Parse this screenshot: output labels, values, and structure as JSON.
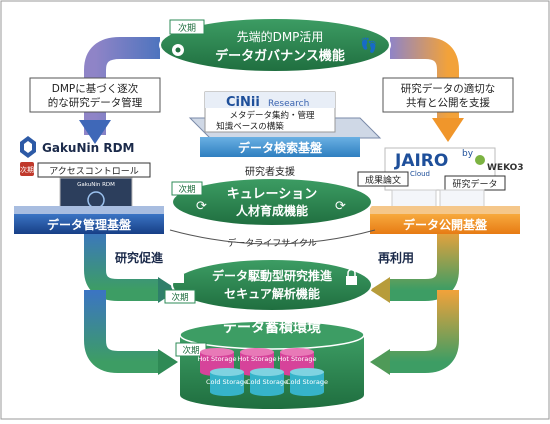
{
  "top_ellipse": {
    "tag": "次期",
    "line1": "先端的DMP活用",
    "line2": "データガバナンス機能"
  },
  "left_note": {
    "line1": "DMPに基づく逐次",
    "line2": "的な研究データ管理"
  },
  "right_note": {
    "line1": "研究データの適切な",
    "line2": "共有と公開を支援"
  },
  "cinii": {
    "logo": "CiNii",
    "logo_sub": "Research",
    "desc1": "メタデータ集約・管理",
    "desc2": "知識ベースの構築"
  },
  "search_platform": "データ検索基盤",
  "gakunin": {
    "logo": "GakuNin RDM",
    "access_control": "アクセスコントロール",
    "screen_title": "GakuNin RDM",
    "stamp": "次期"
  },
  "management_platform": "データ管理基盤",
  "jairo": {
    "logo": "JAIRO",
    "cloud": "Cloud",
    "by": "by",
    "weko": "WEKO3",
    "paper_label": "成果論文",
    "data_label": "研究データ"
  },
  "publication_platform": "データ公開基盤",
  "center": {
    "researcher_support": "研究者支援",
    "tag": "次期",
    "line1": "キュレーション",
    "line2": "人材育成機能",
    "lifecycle": "データライフサイクル"
  },
  "promotion": "研究促進",
  "reuse": "再利用",
  "secure": {
    "tag": "次期",
    "line1": "データ駆動型研究推進",
    "line2": "セキュア解析機能"
  },
  "storage": {
    "title": "データ蓄積環境",
    "tag": "次期",
    "hot": "Hot Storage",
    "cold": "Cold Storage"
  },
  "colors": {
    "green": "#2e8b57",
    "dark_green": "#1f6e3f",
    "blue": "#1e4f9a",
    "sky": "#4a90c9",
    "orange": "#e8891f",
    "purple": "#6a5aa8",
    "hot": "#d6439a",
    "cold": "#36b3c9"
  }
}
